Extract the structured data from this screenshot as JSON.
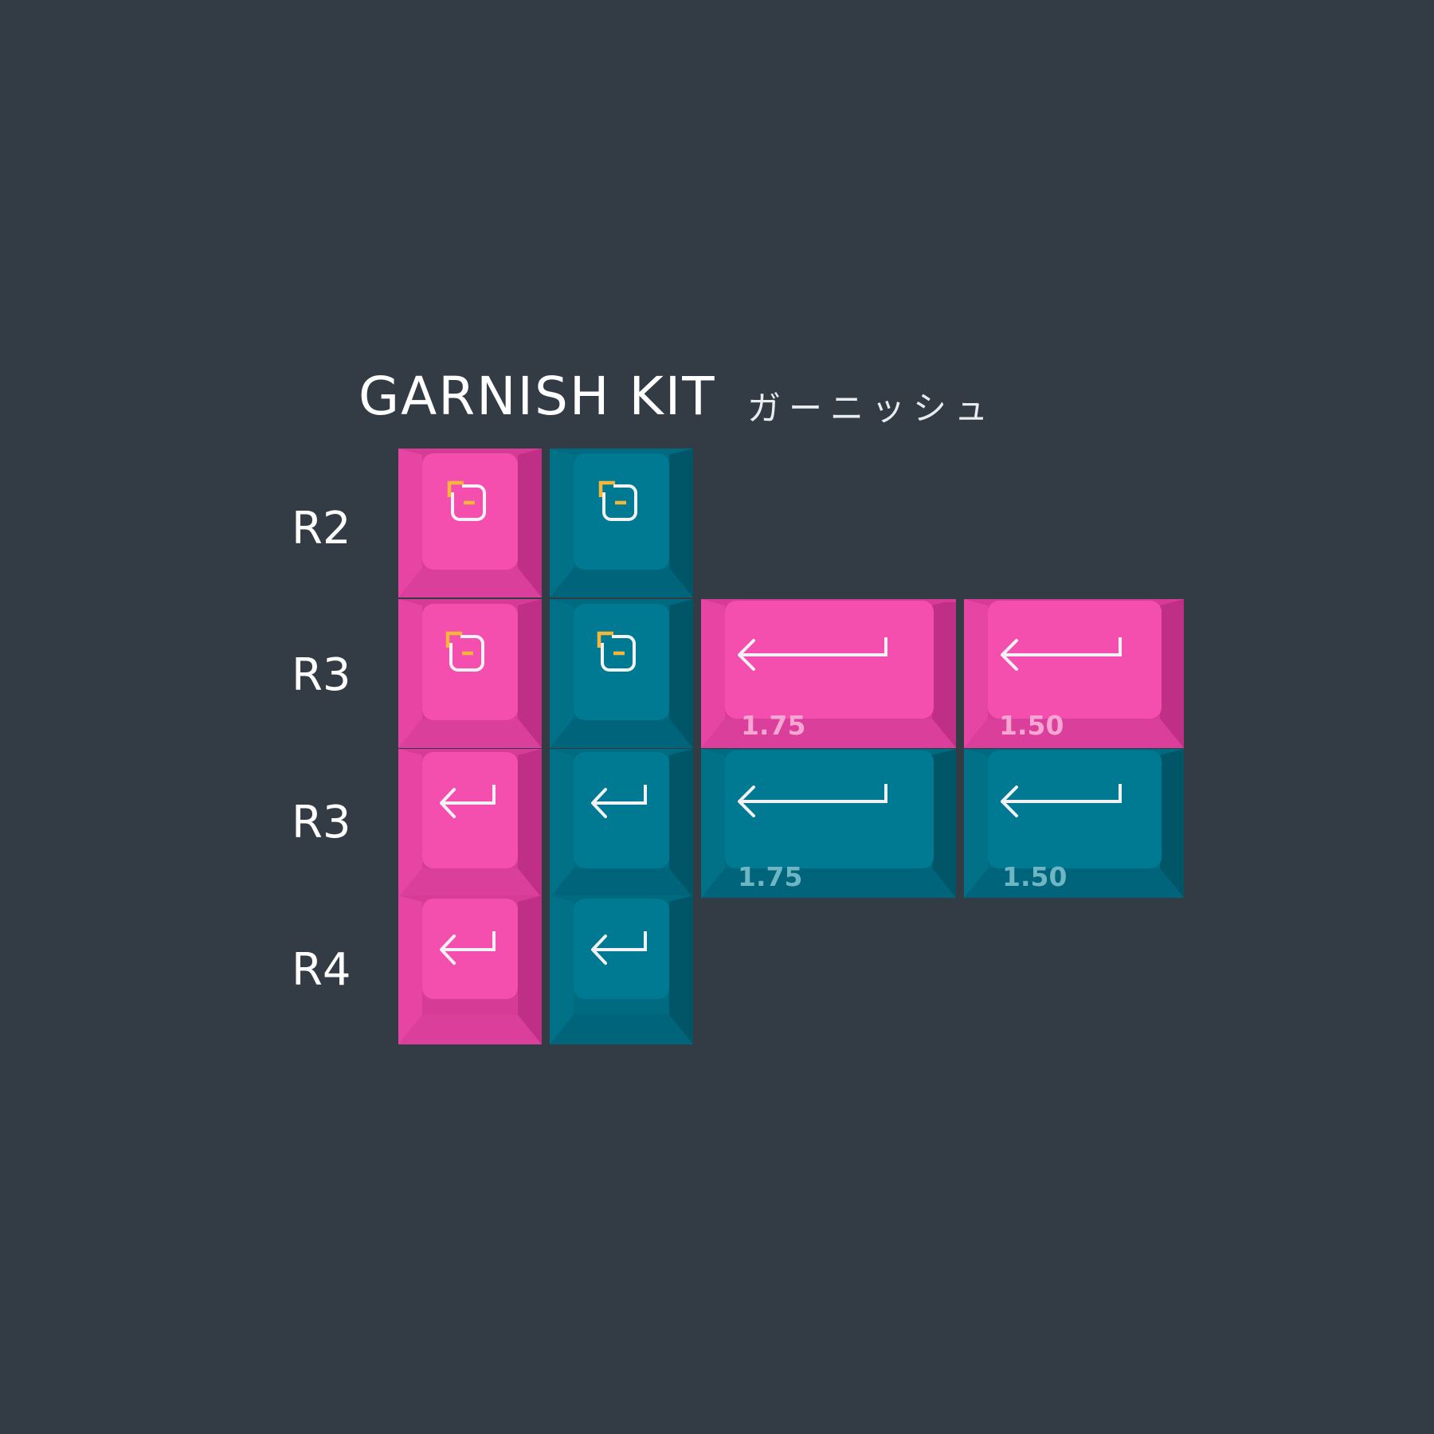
{
  "title": "GARNISH KIT",
  "subtitle": "ガーニッシュ",
  "colors": {
    "background": "#333b44",
    "pink": "#f44fae",
    "teal": "#007a92",
    "legend": "#f2f2f7",
    "accent": "#f5b73b"
  },
  "rows": [
    {
      "label": "R2"
    },
    {
      "label": "R3"
    },
    {
      "label": "R3"
    },
    {
      "label": "R4"
    }
  ],
  "keys": {
    "pink_175": {
      "size": "1.75"
    },
    "pink_150": {
      "size": "1.50"
    },
    "teal_175": {
      "size": "1.75"
    },
    "teal_150": {
      "size": "1.50"
    }
  },
  "icons": {
    "bracket": "bracket-square-icon",
    "enter": "enter-arrow-icon"
  }
}
